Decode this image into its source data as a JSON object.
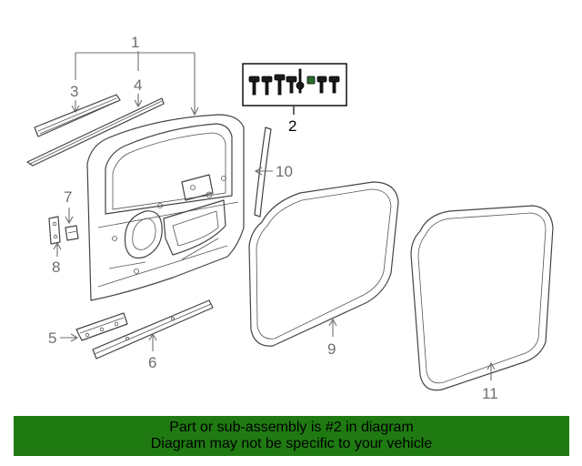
{
  "diagram": {
    "callouts": {
      "c1": "1",
      "c2": "2",
      "c3": "3",
      "c4": "4",
      "c5": "5",
      "c6": "6",
      "c7": "7",
      "c8": "8",
      "c9": "9",
      "c10": "10",
      "c11": "11"
    },
    "highlighted_part": "2",
    "colors": {
      "banner": "#1f7a12",
      "line": "#444444",
      "callout": "#6e6e6e"
    }
  },
  "banner": {
    "line1": "Part or sub-assembly is #2 in diagram",
    "line2": "Diagram may not be specific to your vehicle"
  }
}
